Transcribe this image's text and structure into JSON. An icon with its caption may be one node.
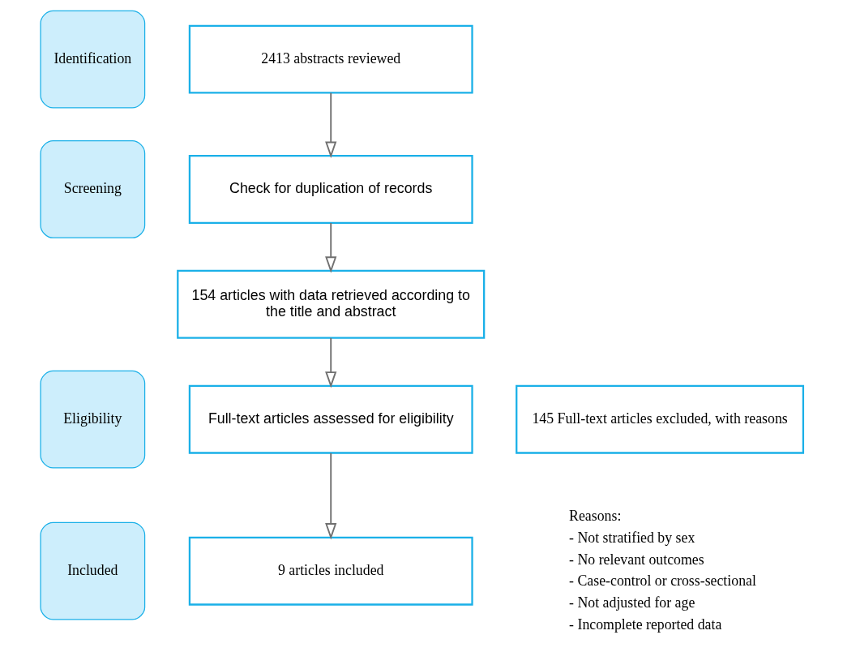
{
  "diagram": {
    "nodes": [
      {
        "text": [
          "Identification"
        ]
      },
      {
        "text": [
          "Screening"
        ]
      },
      {
        "text": [
          "Eligibility"
        ]
      },
      {
        "text": [
          "Included"
        ]
      },
      {
        "text": [
          "2413 abstracts reviewed"
        ]
      },
      {
        "text": [
          "Check for duplication of records"
        ]
      },
      {
        "text": [
          "154 articles with data retrieved according to the title and abstract"
        ]
      },
      {
        "text": [
          "Full-text articles assessed for eligibility"
        ]
      },
      {
        "text": [
          "9 articles included"
        ]
      },
      {
        "text": [
          "145 Full-text articles excluded, with reasons"
        ]
      }
    ],
    "edges": [
      {
        "from": 4,
        "to": 5,
        "arrow": "to"
      },
      {
        "from": 5,
        "to": 6,
        "arrow": "to"
      },
      {
        "from": 6,
        "to": 7,
        "arrow": "to"
      },
      {
        "from": 7,
        "to": 8,
        "arrow": "to"
      }
    ],
    "labels": [
      "Reasons:",
      "- Not stratified by sex",
      "- No relevant outcomes",
      "- Case-control or cross-sectional",
      "- Not adjusted for age",
      "- Incomplete reported data"
    ]
  }
}
